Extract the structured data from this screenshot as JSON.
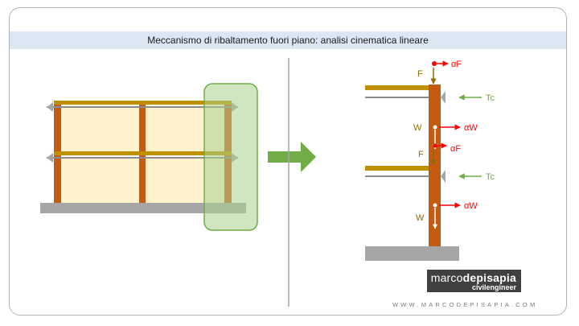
{
  "title": "Meccanismo di ribaltamento fuori piano: analisi cinematica lineare",
  "labels": {
    "F_top": "F",
    "alphaF_top": "αF",
    "Tc_top": "Tc",
    "W_upper": "W",
    "alphaW_upper": "αW",
    "alphaF_mid": "αF",
    "F_mid": "F",
    "Tc_mid": "Tc",
    "W_lower": "W",
    "alphaW_lower": "αW"
  },
  "logo": {
    "brand_a": "marco",
    "brand_b": "depisapia",
    "sub": "civilengineer"
  },
  "website": "WWW.MARCODEPISAPIA.COM",
  "colors": {
    "column": "#c55a11",
    "slab": "#bf9000",
    "infill": "#fff2cc",
    "ground": "#a6a6a6",
    "highlight": "#a9d18e",
    "arrow_main": "#70ad47",
    "seismic": "#ff0000",
    "tie": "#70ad47",
    "weight": "#ffffff"
  }
}
